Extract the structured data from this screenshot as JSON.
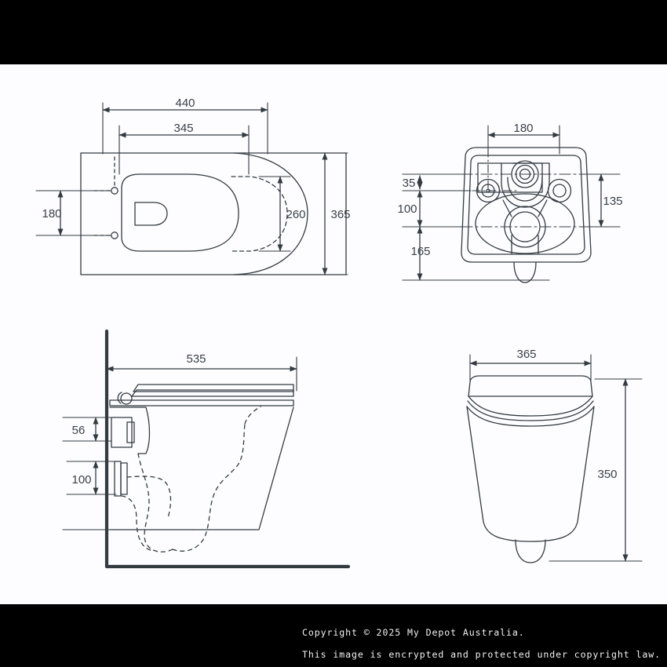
{
  "document": {
    "type": "technical-drawing",
    "subject": "wall-hung-toilet-pan",
    "units": "mm",
    "line_color": "#333b41",
    "background_color": "#fdfdff",
    "letterbox_color": "#000000"
  },
  "footer": {
    "line1": "Copyright © 2025 My Depot Australia.",
    "line2": "This image is encrypted and protected under copyright law.",
    "text_color": "#f2f2f2"
  },
  "views": {
    "top_left": {
      "name": "plan-view",
      "dimensions": {
        "overall_width": "440",
        "seat_width": "345",
        "overall_depth": "365",
        "bowl_depth": "260",
        "fixing_centres": "180"
      }
    },
    "top_right": {
      "name": "rear-view",
      "dimensions": {
        "bolt_spacing": "180",
        "top_offset": "35",
        "bolt_drop": "100",
        "outlet_drop": "165",
        "side_height": "135"
      }
    },
    "bottom_left": {
      "name": "side-section-view",
      "dimensions": {
        "projection": "535",
        "upper_inlet": "56",
        "lower_outlet": "100"
      }
    },
    "bottom_right": {
      "name": "front-elevation-view",
      "dimensions": {
        "overall_width": "365",
        "overall_height": "350"
      }
    }
  }
}
